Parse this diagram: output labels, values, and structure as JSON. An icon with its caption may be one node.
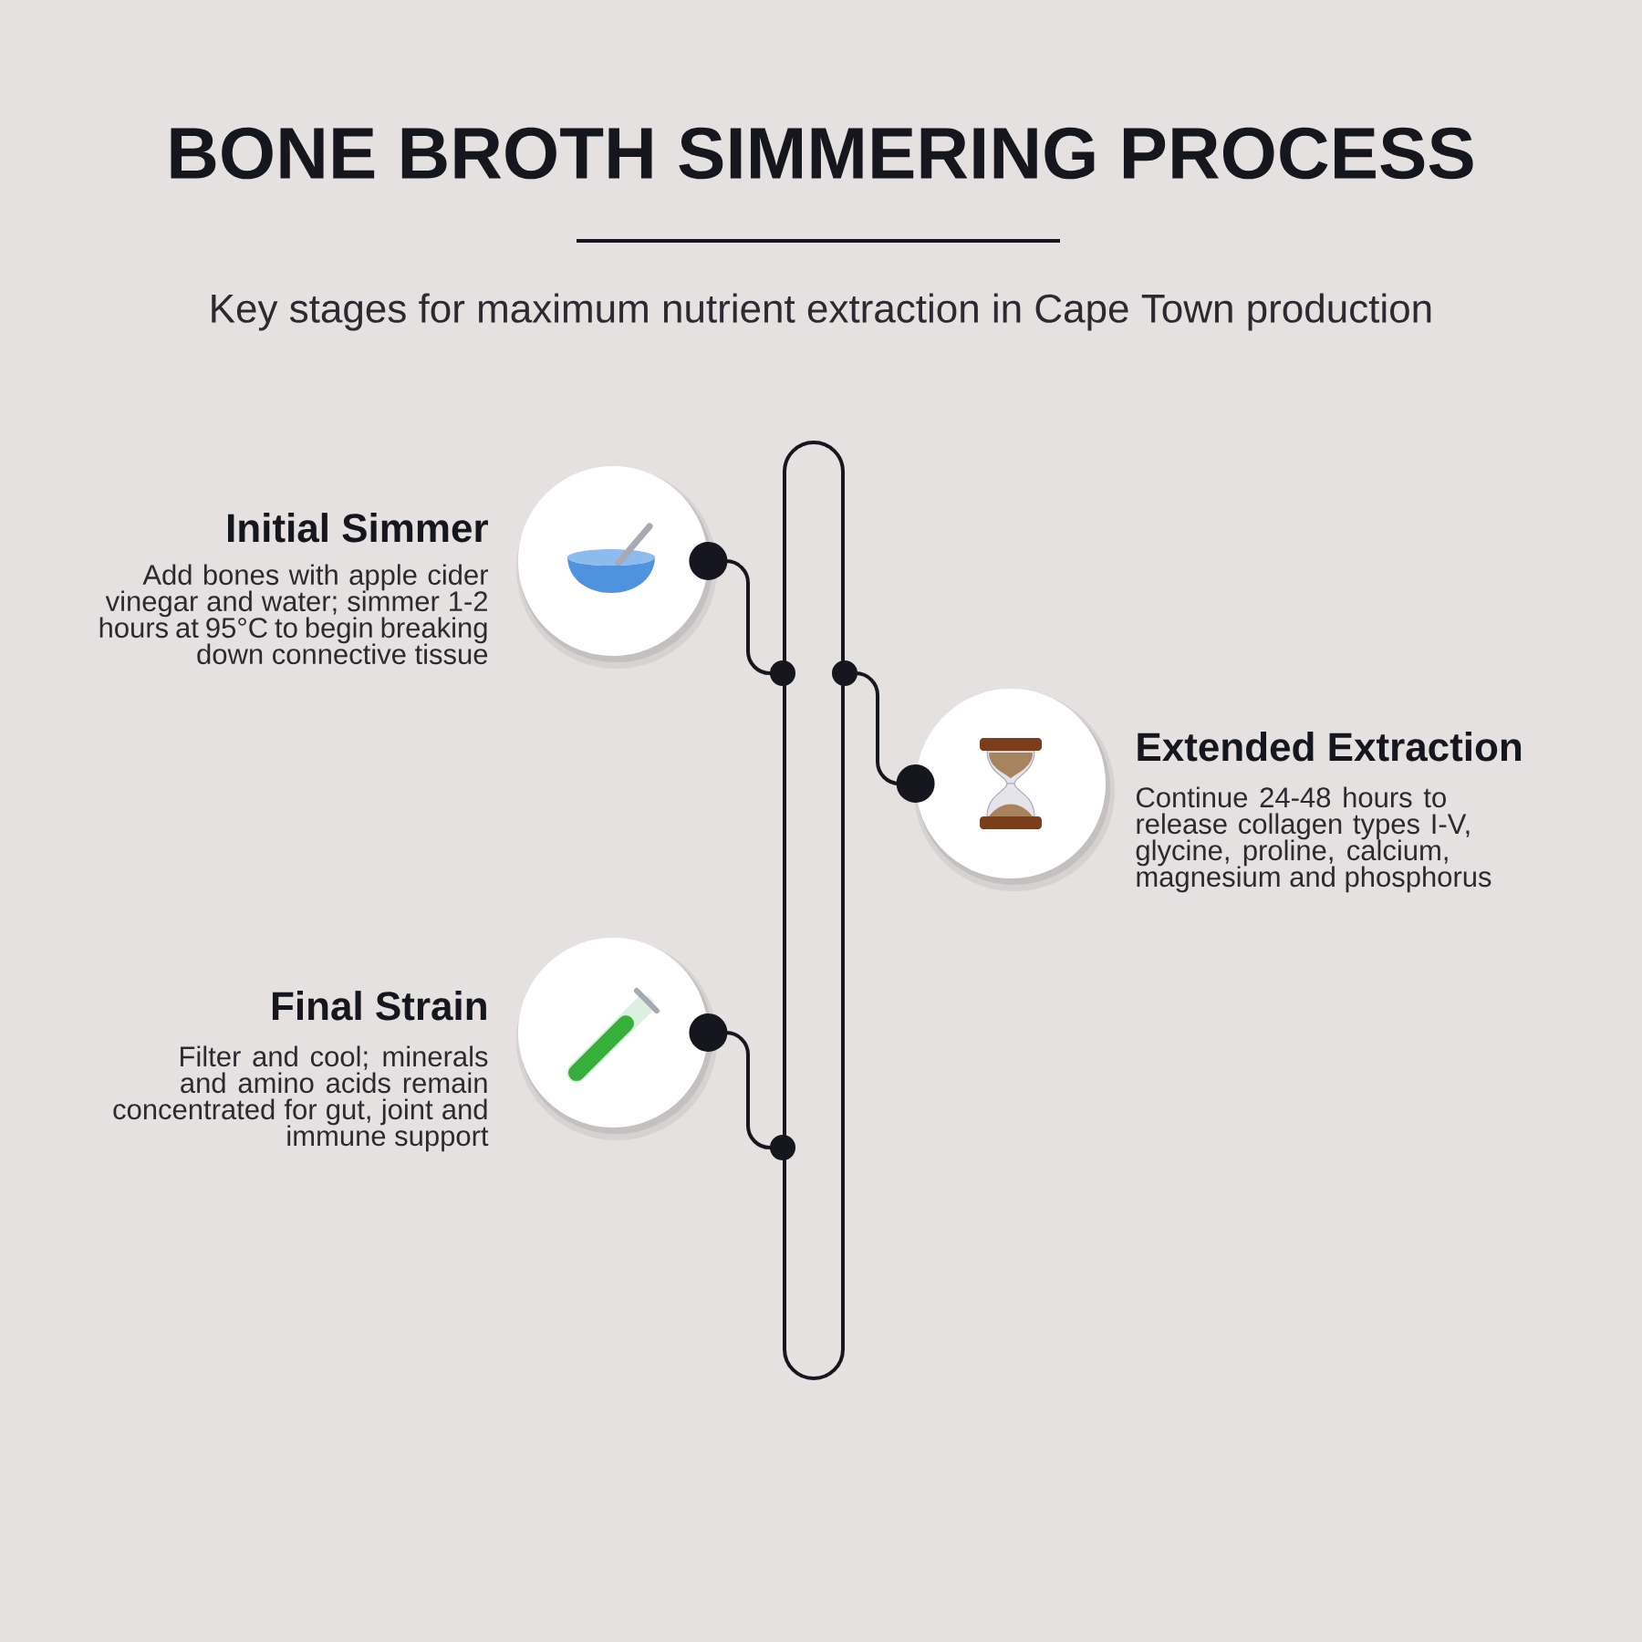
{
  "diagram": {
    "title": "BONE BROTH SIMMERING PROCESS",
    "nodes": [
      {
        "text": [
          "Initial Simmer",
          "Add bones with apple cider vinegar and water; simmer 1-2 hours at 95°C to begin breaking down connective tissue"
        ]
      },
      {
        "text": [
          "Extended Extraction",
          "Continue 24-48 hours to release collagen types I-V, glycine, proline, calcium, magnesium and phosphorus"
        ]
      },
      {
        "text": [
          "Final Strain",
          "Filter and cool; minerals and amino acids remain concentrated for gut, joint and immune support"
        ]
      },
      {
        "text": [],
        "shape": "bar"
      }
    ],
    "edges": [
      {
        "from": 0,
        "to": 3,
        "arrow": "other"
      },
      {
        "from": 1,
        "to": 3,
        "arrow": "other"
      },
      {
        "from": 2,
        "to": 3,
        "arrow": "other"
      }
    ],
    "labels": [
      "Key stages for maximum nutrient extraction in Cape Town production"
    ]
  }
}
